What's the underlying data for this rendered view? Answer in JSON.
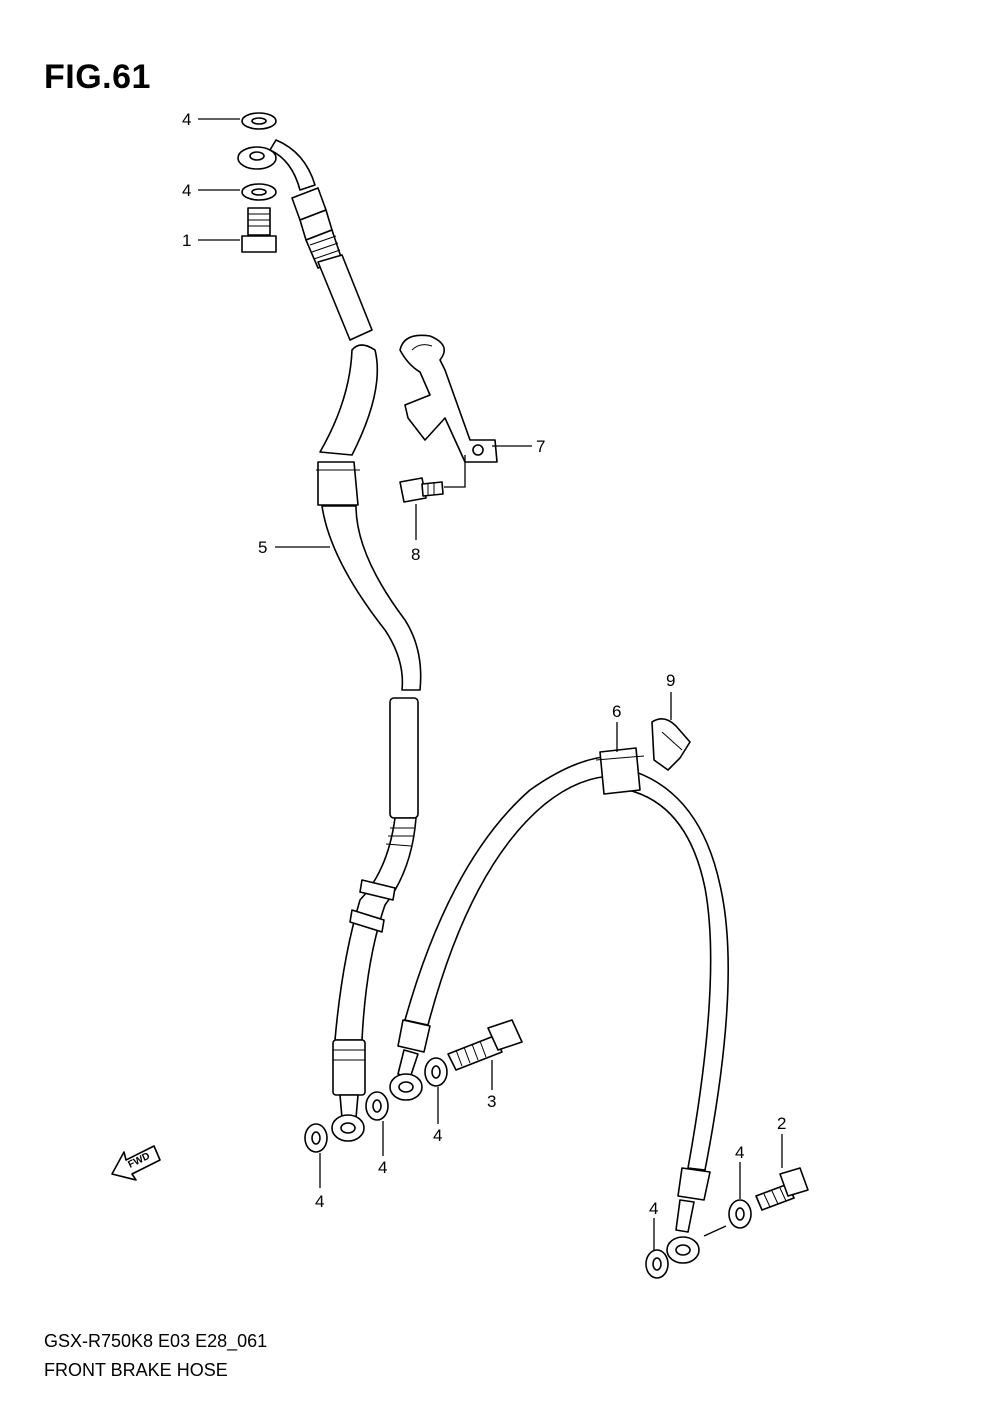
{
  "figure": {
    "title": "FIG.61",
    "model_code": "GSX-R750K8 E03 E28_061",
    "caption": "FRONT BRAKE HOSE"
  },
  "fwd_label": "FWD",
  "callouts": {
    "c1": "4",
    "c2": "4",
    "c3": "1",
    "c4": "7",
    "c5": "8",
    "c6": "5",
    "c7": "9",
    "c8": "6",
    "c9": "3",
    "c10": "4",
    "c11": "4",
    "c12": "4",
    "c13": "2",
    "c14": "4",
    "c15": "4"
  },
  "colors": {
    "line": "#000000",
    "background": "#ffffff"
  }
}
